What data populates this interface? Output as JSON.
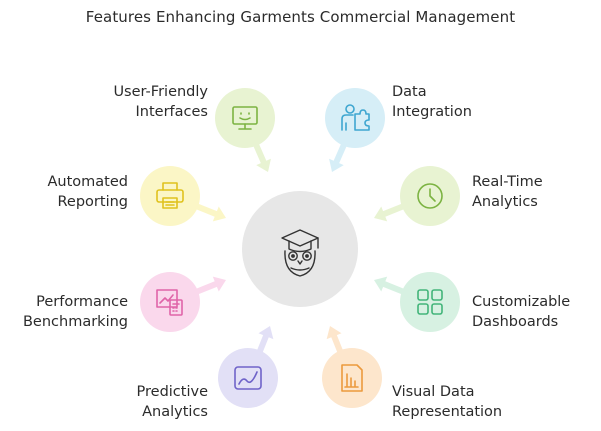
{
  "title": "Features Enhancing Garments Commercial Management",
  "center": {
    "icon": "owl-graduation-cap-icon"
  },
  "features": [
    {
      "key": "ui",
      "line1": "User-Friendly",
      "line2": "Interfaces",
      "icon": "monitor-smile-icon",
      "color": "#e8f3d2",
      "stroke": "#7cb342"
    },
    {
      "key": "data",
      "line1": "Data",
      "line2": "Integration",
      "icon": "person-puzzle-icon",
      "color": "#d6eef7",
      "stroke": "#3ea6d0"
    },
    {
      "key": "reporting",
      "line1": "Automated",
      "line2": "Reporting",
      "icon": "printer-icon",
      "color": "#fbf6c6",
      "stroke": "#e0c21e"
    },
    {
      "key": "realtime",
      "line1": "Real-Time",
      "line2": "Analytics",
      "icon": "clock-icon",
      "color": "#e8f3d2",
      "stroke": "#7cb342"
    },
    {
      "key": "benchmark",
      "line1": "Performance",
      "line2": "Benchmarking",
      "icon": "chart-calculator-icon",
      "color": "#fad8ec",
      "stroke": "#e064a8"
    },
    {
      "key": "dashboards",
      "line1": "Customizable",
      "line2": "Dashboards",
      "icon": "grid-icon",
      "color": "#d7f1e2",
      "stroke": "#43b57a"
    },
    {
      "key": "predictive",
      "line1": "Predictive",
      "line2": "Analytics",
      "icon": "trend-line-icon",
      "color": "#e2e0f6",
      "stroke": "#6f63c9"
    },
    {
      "key": "visual",
      "line1": "Visual Data",
      "line2": "Representation",
      "icon": "bar-chart-file-icon",
      "color": "#fde6cc",
      "stroke": "#ec9a3d"
    }
  ]
}
